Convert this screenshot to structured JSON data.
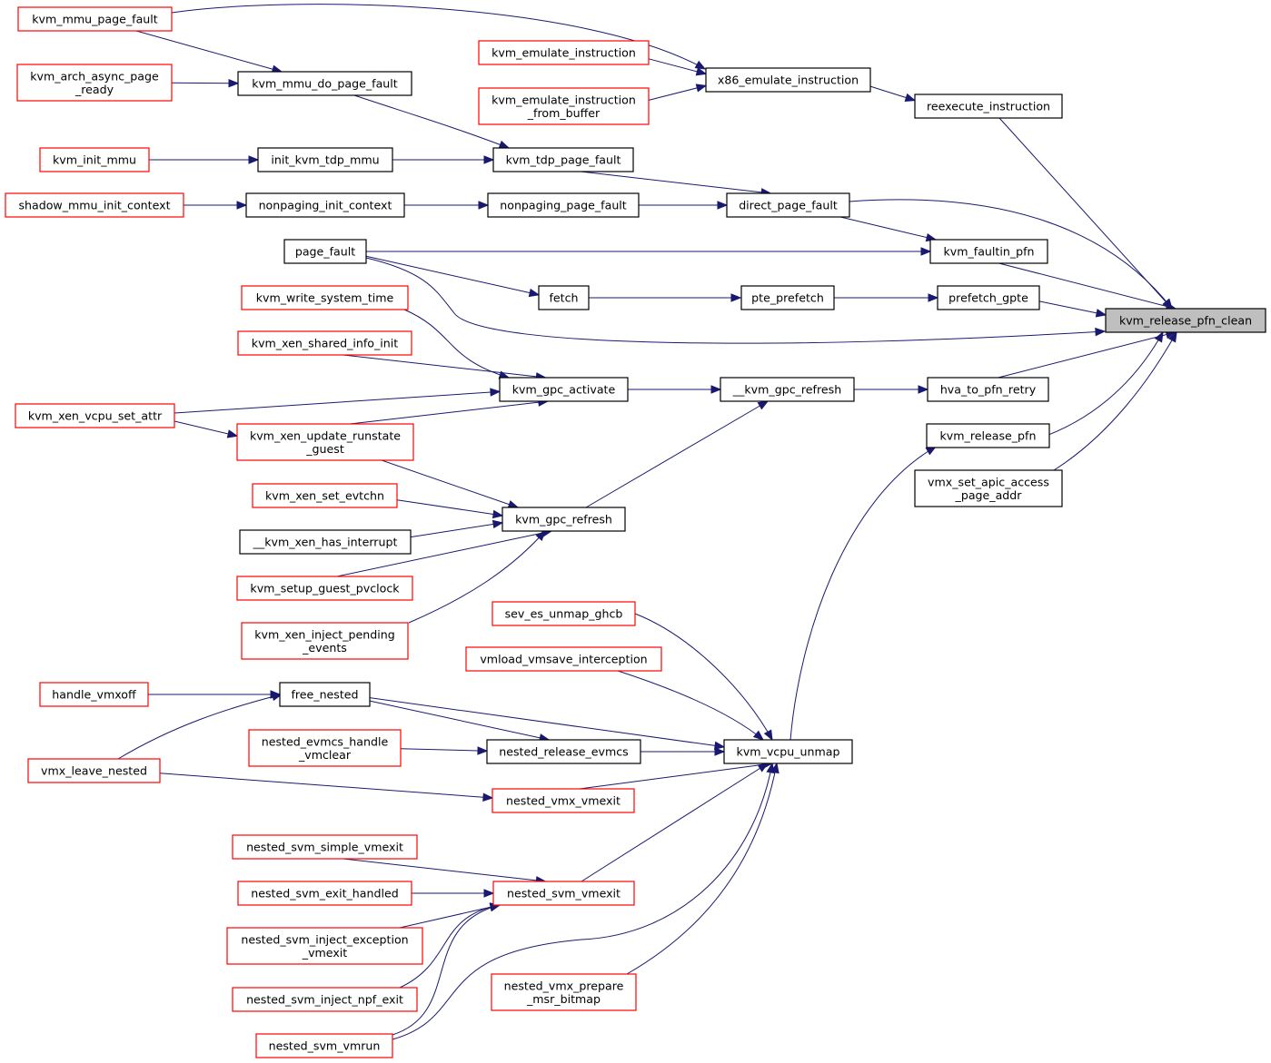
{
  "colors": {
    "edge": "#191970",
    "border_linked": "#000000",
    "border_truncated": "#ff0000",
    "highlight_fill": "#bfbfbf"
  },
  "nodes": [
    {
      "id": "n_root",
      "lines": [
        "kvm_release_pfn_clean"
      ],
      "style": "highlight"
    },
    {
      "id": "n_reexec",
      "lines": [
        "reexecute_instruction"
      ],
      "style": "linked"
    },
    {
      "id": "n_faultin",
      "lines": [
        "kvm_faultin_pfn"
      ],
      "style": "linked"
    },
    {
      "id": "n_prefetch_gpte",
      "lines": [
        "prefetch_gpte"
      ],
      "style": "linked"
    },
    {
      "id": "n_hva",
      "lines": [
        "hva_to_pfn_retry"
      ],
      "style": "linked"
    },
    {
      "id": "n_release_pfn",
      "lines": [
        "kvm_release_pfn"
      ],
      "style": "linked"
    },
    {
      "id": "n_vmx_apic",
      "lines": [
        "vmx_set_apic_access",
        "_page_addr"
      ],
      "style": "linked"
    },
    {
      "id": "n_x86emu",
      "lines": [
        "x86_emulate_instruction"
      ],
      "style": "linked"
    },
    {
      "id": "n_direct_pf",
      "lines": [
        "direct_page_fault"
      ],
      "style": "linked"
    },
    {
      "id": "n_pte_prefetch",
      "lines": [
        "pte_prefetch"
      ],
      "style": "linked"
    },
    {
      "id": "n_gpc_refresh_dunder",
      "lines": [
        "__kvm_gpc_refresh"
      ],
      "style": "linked"
    },
    {
      "id": "n_vcpu_unmap",
      "lines": [
        "kvm_vcpu_unmap"
      ],
      "style": "linked"
    },
    {
      "id": "n_emu_instr",
      "lines": [
        "kvm_emulate_instruction"
      ],
      "style": "truncated"
    },
    {
      "id": "n_emu_instr_buf",
      "lines": [
        "kvm_emulate_instruction",
        "_from_buffer"
      ],
      "style": "truncated"
    },
    {
      "id": "n_tdp_pf",
      "lines": [
        "kvm_tdp_page_fault"
      ],
      "style": "linked"
    },
    {
      "id": "n_nonpaging_pf",
      "lines": [
        "nonpaging_page_fault"
      ],
      "style": "linked"
    },
    {
      "id": "n_fetch",
      "lines": [
        "fetch"
      ],
      "style": "linked"
    },
    {
      "id": "n_gpc_activate",
      "lines": [
        "kvm_gpc_activate"
      ],
      "style": "linked"
    },
    {
      "id": "n_gpc_refresh",
      "lines": [
        "kvm_gpc_refresh"
      ],
      "style": "linked"
    },
    {
      "id": "n_sev_es",
      "lines": [
        "sev_es_unmap_ghcb"
      ],
      "style": "truncated"
    },
    {
      "id": "n_vmload",
      "lines": [
        "vmload_vmsave_interception"
      ],
      "style": "truncated"
    },
    {
      "id": "n_nested_release_evmcs",
      "lines": [
        "nested_release_evmcs"
      ],
      "style": "linked"
    },
    {
      "id": "n_nested_vmx_vmexit",
      "lines": [
        "nested_vmx_vmexit"
      ],
      "style": "truncated"
    },
    {
      "id": "n_nested_svm_vmexit",
      "lines": [
        "nested_svm_vmexit"
      ],
      "style": "truncated"
    },
    {
      "id": "n_nested_vmx_prepare",
      "lines": [
        "nested_vmx_prepare",
        "_msr_bitmap"
      ],
      "style": "truncated"
    },
    {
      "id": "n_mmu_pf",
      "lines": [
        "kvm_mmu_page_fault"
      ],
      "style": "truncated"
    },
    {
      "id": "n_mmu_do_pf",
      "lines": [
        "kvm_mmu_do_page_fault"
      ],
      "style": "linked"
    },
    {
      "id": "n_init_tdp_mmu",
      "lines": [
        "init_kvm_tdp_mmu"
      ],
      "style": "linked"
    },
    {
      "id": "n_nonpaging_init",
      "lines": [
        "nonpaging_init_context"
      ],
      "style": "linked"
    },
    {
      "id": "n_page_fault",
      "lines": [
        "page_fault"
      ],
      "style": "linked"
    },
    {
      "id": "n_write_sys_time",
      "lines": [
        "kvm_write_system_time"
      ],
      "style": "truncated"
    },
    {
      "id": "n_xen_shinfo",
      "lines": [
        "kvm_xen_shared_info_init"
      ],
      "style": "truncated"
    },
    {
      "id": "n_xen_vcpu_attr",
      "lines": [
        "kvm_xen_vcpu_set_attr"
      ],
      "style": "truncated"
    },
    {
      "id": "n_xen_runstate",
      "lines": [
        "kvm_xen_update_runstate",
        "_guest"
      ],
      "style": "truncated"
    },
    {
      "id": "n_xen_evtchn",
      "lines": [
        "kvm_xen_set_evtchn"
      ],
      "style": "truncated"
    },
    {
      "id": "n_xen_has_intr",
      "lines": [
        "__kvm_xen_has_interrupt"
      ],
      "style": "linked"
    },
    {
      "id": "n_setup_pvclock",
      "lines": [
        "kvm_setup_guest_pvclock"
      ],
      "style": "truncated"
    },
    {
      "id": "n_xen_inject",
      "lines": [
        "kvm_xen_inject_pending",
        "_events"
      ],
      "style": "truncated"
    },
    {
      "id": "n_free_nested",
      "lines": [
        "free_nested"
      ],
      "style": "linked"
    },
    {
      "id": "n_evmcs_vmclear",
      "lines": [
        "nested_evmcs_handle",
        "_vmclear"
      ],
      "style": "truncated"
    },
    {
      "id": "n_svm_simple_vmexit",
      "lines": [
        "nested_svm_simple_vmexit"
      ],
      "style": "truncated"
    },
    {
      "id": "n_svm_exit_handled",
      "lines": [
        "nested_svm_exit_handled"
      ],
      "style": "truncated"
    },
    {
      "id": "n_svm_inject_exc",
      "lines": [
        "nested_svm_inject_exception",
        "_vmexit"
      ],
      "style": "truncated"
    },
    {
      "id": "n_svm_inject_npf",
      "lines": [
        "nested_svm_inject_npf_exit"
      ],
      "style": "truncated"
    },
    {
      "id": "n_svm_vmrun",
      "lines": [
        "nested_svm_vmrun"
      ],
      "style": "truncated"
    },
    {
      "id": "n_arch_async",
      "lines": [
        "kvm_arch_async_page",
        "_ready"
      ],
      "style": "truncated"
    },
    {
      "id": "n_init_mmu",
      "lines": [
        "kvm_init_mmu"
      ],
      "style": "truncated"
    },
    {
      "id": "n_shadow_init",
      "lines": [
        "shadow_mmu_init_context"
      ],
      "style": "truncated"
    },
    {
      "id": "n_handle_vmxoff",
      "lines": [
        "handle_vmxoff"
      ],
      "style": "truncated"
    },
    {
      "id": "n_vmx_leave_nested",
      "lines": [
        "vmx_leave_nested"
      ],
      "style": "truncated"
    }
  ],
  "edges": [
    {
      "from": "n_reexec",
      "to": "n_root"
    },
    {
      "from": "n_faultin",
      "to": "n_root"
    },
    {
      "from": "n_prefetch_gpte",
      "to": "n_root"
    },
    {
      "from": "n_hva",
      "to": "n_root"
    },
    {
      "from": "n_release_pfn",
      "to": "n_root"
    },
    {
      "from": "n_vmx_apic",
      "to": "n_root"
    },
    {
      "from": "n_direct_pf",
      "to": "n_root"
    },
    {
      "from": "n_page_fault",
      "to": "n_root"
    },
    {
      "from": "n_x86emu",
      "to": "n_reexec"
    },
    {
      "from": "n_mmu_pf",
      "to": "n_x86emu"
    },
    {
      "from": "n_emu_instr",
      "to": "n_x86emu"
    },
    {
      "from": "n_emu_instr_buf",
      "to": "n_x86emu"
    },
    {
      "from": "n_tdp_pf",
      "to": "n_direct_pf"
    },
    {
      "from": "n_nonpaging_pf",
      "to": "n_direct_pf"
    },
    {
      "from": "n_direct_pf",
      "to": "n_faultin"
    },
    {
      "from": "n_page_fault",
      "to": "n_faultin"
    },
    {
      "from": "n_pte_prefetch",
      "to": "n_prefetch_gpte"
    },
    {
      "from": "n_fetch",
      "to": "n_pte_prefetch"
    },
    {
      "from": "n_page_fault",
      "to": "n_fetch"
    },
    {
      "from": "n_gpc_refresh_dunder",
      "to": "n_hva"
    },
    {
      "from": "n_gpc_activate",
      "to": "n_gpc_refresh_dunder"
    },
    {
      "from": "n_gpc_refresh",
      "to": "n_gpc_refresh_dunder"
    },
    {
      "from": "n_vcpu_unmap",
      "to": "n_release_pfn"
    },
    {
      "from": "n_mmu_pf",
      "to": "n_mmu_do_pf"
    },
    {
      "from": "n_arch_async",
      "to": "n_mmu_do_pf"
    },
    {
      "from": "n_mmu_do_pf",
      "to": "n_tdp_pf"
    },
    {
      "from": "n_init_tdp_mmu",
      "to": "n_tdp_pf"
    },
    {
      "from": "n_init_mmu",
      "to": "n_init_tdp_mmu"
    },
    {
      "from": "n_nonpaging_init",
      "to": "n_nonpaging_pf"
    },
    {
      "from": "n_shadow_init",
      "to": "n_nonpaging_init"
    },
    {
      "from": "n_write_sys_time",
      "to": "n_gpc_activate"
    },
    {
      "from": "n_xen_shinfo",
      "to": "n_gpc_activate"
    },
    {
      "from": "n_xen_vcpu_attr",
      "to": "n_gpc_activate"
    },
    {
      "from": "n_xen_runstate",
      "to": "n_gpc_activate"
    },
    {
      "from": "n_xen_vcpu_attr",
      "to": "n_xen_runstate"
    },
    {
      "from": "n_xen_runstate",
      "to": "n_gpc_refresh"
    },
    {
      "from": "n_xen_evtchn",
      "to": "n_gpc_refresh"
    },
    {
      "from": "n_xen_has_intr",
      "to": "n_gpc_refresh"
    },
    {
      "from": "n_setup_pvclock",
      "to": "n_gpc_refresh"
    },
    {
      "from": "n_xen_inject",
      "to": "n_gpc_refresh"
    },
    {
      "from": "n_sev_es",
      "to": "n_vcpu_unmap"
    },
    {
      "from": "n_vmload",
      "to": "n_vcpu_unmap"
    },
    {
      "from": "n_free_nested",
      "to": "n_vcpu_unmap"
    },
    {
      "from": "n_nested_release_evmcs",
      "to": "n_vcpu_unmap"
    },
    {
      "from": "n_nested_vmx_vmexit",
      "to": "n_vcpu_unmap"
    },
    {
      "from": "n_nested_svm_vmexit",
      "to": "n_vcpu_unmap"
    },
    {
      "from": "n_svm_vmrun",
      "to": "n_vcpu_unmap"
    },
    {
      "from": "n_nested_vmx_prepare",
      "to": "n_vcpu_unmap"
    },
    {
      "from": "n_free_nested",
      "to": "n_nested_release_evmcs"
    },
    {
      "from": "n_evmcs_vmclear",
      "to": "n_nested_release_evmcs"
    },
    {
      "from": "n_handle_vmxoff",
      "to": "n_free_nested"
    },
    {
      "from": "n_vmx_leave_nested",
      "to": "n_free_nested"
    },
    {
      "from": "n_vmx_leave_nested",
      "to": "n_nested_vmx_vmexit"
    },
    {
      "from": "n_svm_simple_vmexit",
      "to": "n_nested_svm_vmexit"
    },
    {
      "from": "n_svm_exit_handled",
      "to": "n_nested_svm_vmexit"
    },
    {
      "from": "n_svm_inject_exc",
      "to": "n_nested_svm_vmexit"
    },
    {
      "from": "n_svm_inject_npf",
      "to": "n_nested_svm_vmexit"
    },
    {
      "from": "n_svm_vmrun",
      "to": "n_nested_svm_vmexit"
    }
  ]
}
